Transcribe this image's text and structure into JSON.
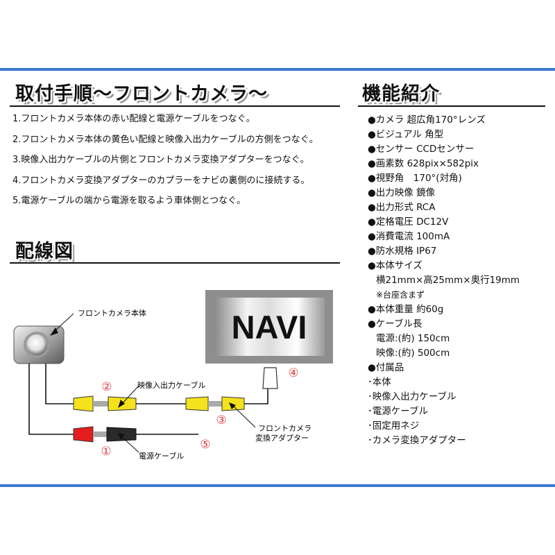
{
  "headings": {
    "installation": "取付手順〜フロントカメラ〜",
    "features": "機能紹介",
    "wiring": "配線図"
  },
  "steps": [
    "1.フロントカメラ本体の赤い配線と電源ケーブルをつなぐ。",
    "2.フロントカメラ本体の黄色い配線と映像入出力ケーブルの方側をつなぐ。",
    "3.映像入出力ケーブルの片側とフロントカメラ変換アダプターをつなぐ。",
    "4.フロントカメラ変換アダプターのカプラーをナビの裏側のに接続する。",
    "5.電源ケーブルの端から電源を取るよう車体側とつなぐ。"
  ],
  "features": [
    "●カメラ 超広角170°レンズ",
    "●ビジュアル 角型",
    "●センサー CCDセンサー",
    "●画素数 628pix×582pix",
    "●視野角　170°(対角)",
    "●出力映像 鏡像",
    "●出力形式 RCA",
    "●定格電圧 DC12V",
    "●消費電流 100mA",
    "●防水規格 IP67",
    "●本体サイズ",
    "横21mm×高25mm×奥行19mm",
    "※台座含まず",
    "●本体重量 約60g",
    "●ケーブル長",
    "電源:(約) 150cm",
    "映像:(約) 500cm",
    "●付属品",
    "･本体",
    "･映像入出力ケーブル",
    "･電源ケーブル",
    "･固定用ネジ",
    "･カメラ変換アダプター"
  ],
  "diagram": {
    "camera_label": "フロントカメラ本体",
    "navi_label": "NAVI",
    "video_cable_label": "映像入出力ケーブル",
    "power_cable_label": "電源ケーブル",
    "adapter_label_1": "フロントカメラ",
    "adapter_label_2": "変換アダプター",
    "markers": [
      "①",
      "②",
      "③",
      "④",
      "⑤"
    ]
  },
  "colors": {
    "frame": "#3a78d4",
    "marker": "#e03a3a",
    "yellow_plug": "#f4e21c",
    "red_plug": "#e41e1e",
    "black_plug": "#2a2a2a"
  }
}
